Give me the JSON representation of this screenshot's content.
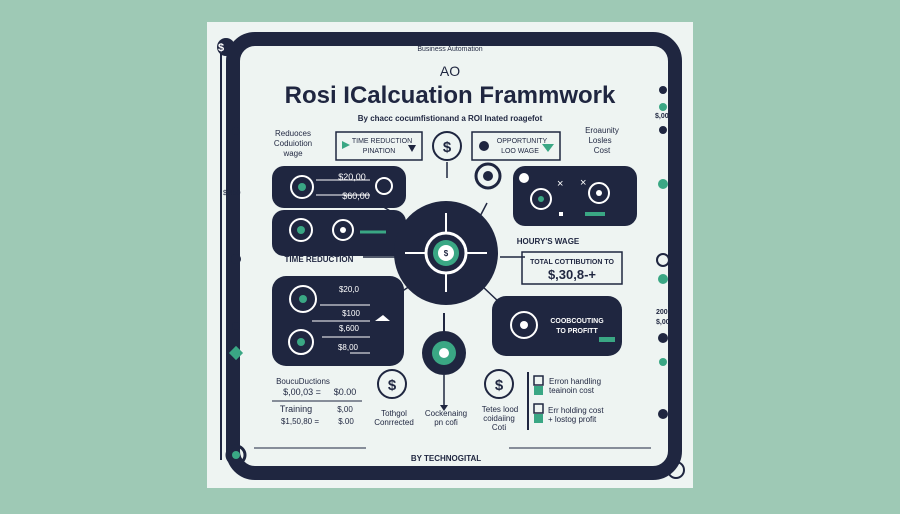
{
  "poster": {
    "top_label": "Business Automation",
    "title_prefix": "AO",
    "title": "Rosi ICalcuation Frammwork",
    "subtitle": "By chacc cocumfistionand a ROI Inated roagefot",
    "footer": "BY TECHNOGITAL"
  },
  "labels": {
    "reduces": [
      "Reduoces",
      "Coduiotion",
      "wage"
    ],
    "time_reduction_box": [
      "TIME REDUCTION",
      "PINATION"
    ],
    "opportunity_box": [
      "OPPORTUNITY",
      "LOO WAGE"
    ],
    "economy": [
      "Eroaunity",
      "Losles",
      "Cost"
    ],
    "hourly_wage": "HOURY'S WAGE",
    "time_reduction": "TIME REDUCTION",
    "total_contribution": "TOTAL COTTIBUTION TO",
    "total_value": "$,30,8-+",
    "contributing": [
      "COOBCOUTING",
      "TO PROFITT"
    ],
    "bouse": [
      "BoucuDuctions",
      "$,00,03 =",
      "$0.00"
    ],
    "training": [
      "Training",
      "$,00",
      "$1,50,80 =",
      "$.00"
    ],
    "tothgol": [
      "Tothgol",
      "Conrrected"
    ],
    "cockening": [
      "Cockenaing",
      "pn cofi"
    ],
    "tetes": [
      "Tetes lood",
      "coidaiing",
      "Coti"
    ],
    "error_handling": [
      "Erron handling",
      "teainoin cost"
    ],
    "err_holding": [
      "Err holding cost",
      "+ lostog profit"
    ]
  },
  "panel_values": {
    "left_top": [
      "$20,00",
      "$60,00"
    ],
    "left_mid": [
      "$20,0",
      "$100",
      "$,600",
      "$8,00"
    ]
  },
  "margin_text": {
    "left": "$,450",
    "right_top": "$,00",
    "right_bottom": [
      "200",
      "$,00"
    ]
  },
  "icons": [
    "dollar-icon",
    "gear-icon",
    "target-icon",
    "checkbox-icon",
    "arrow-icon"
  ],
  "colors": {
    "background": "#9ec9b5",
    "poster": "#eef4f2",
    "dark": "#1f2640",
    "accent": "#3aa784"
  }
}
